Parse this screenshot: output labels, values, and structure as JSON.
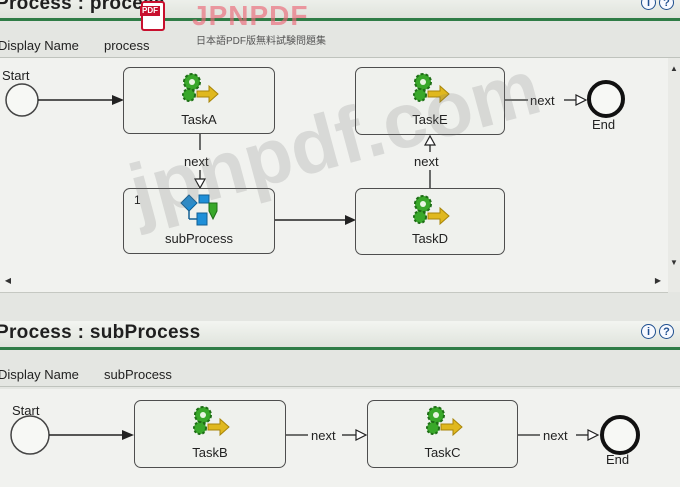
{
  "logo": {
    "badge": "PDF",
    "brand": "JPNPDF",
    "tagline": "日本語PDF版無料試験問題集"
  },
  "watermark": "jpnpdf.com",
  "help_icons": {
    "info": "i",
    "help": "?"
  },
  "process_main": {
    "title": "Process : process",
    "display_name_label": "Display Name",
    "display_name_value": "process",
    "start_label": "Start",
    "end_label": "End",
    "tasks": {
      "taskA": "TaskA",
      "taskE": "TaskE",
      "subProcess": "subProcess",
      "taskD": "TaskD"
    },
    "subprocess_index": "1",
    "flow_labels": {
      "a_to_sub": "next",
      "d_to_e": "next",
      "e_to_end": "next"
    }
  },
  "process_sub": {
    "title": "Process : subProcess",
    "display_name_label": "Display Name",
    "display_name_value": "subProcess",
    "start_label": "Start",
    "end_label": "End",
    "tasks": {
      "taskB": "TaskB",
      "taskC": "TaskC"
    },
    "flow_labels": {
      "b_to_c": "next",
      "c_to_end": "next"
    }
  },
  "colors": {
    "accent_green": "#2f7c46",
    "gear_green": "#39a82a",
    "arrow_yellow": "#e0b81e",
    "subprocess_blue": "#1e8fd8",
    "info_blue": "#1f4f8f"
  }
}
